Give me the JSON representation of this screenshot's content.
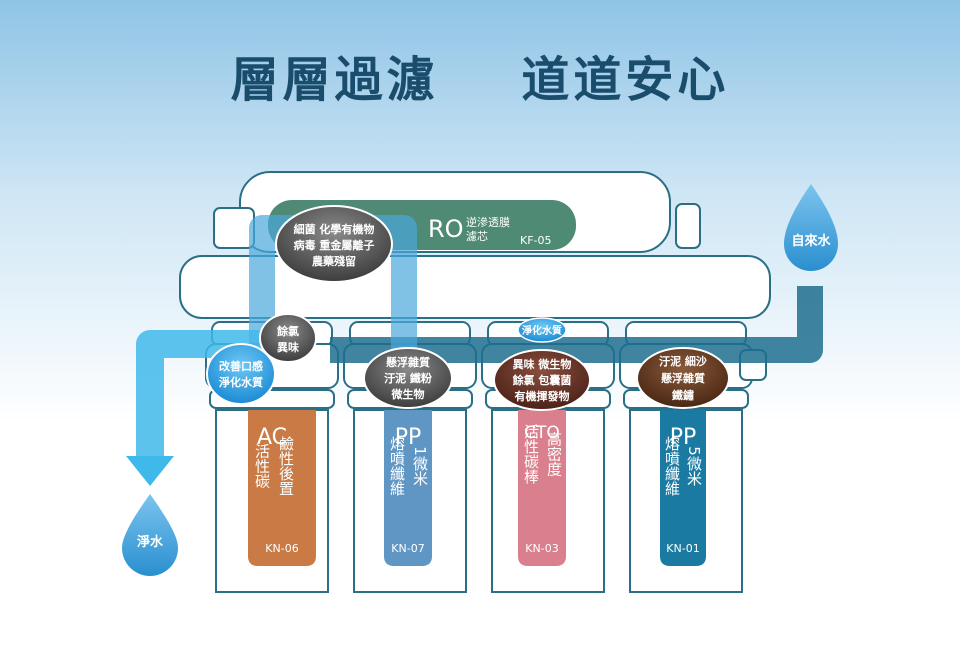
{
  "title": "層層過濾    道道安心",
  "drops": {
    "input": "自來水",
    "output": "淨水"
  },
  "ro": {
    "code": "RO",
    "name_1": "逆滲透膜",
    "name_2": "濾芯",
    "model": "KF-05",
    "bubble": [
      "細菌  化學有機物",
      "病毒  重金屬離子",
      "農藥殘留"
    ]
  },
  "bubbles": {
    "ac_upper": [
      "餘氯",
      "異味"
    ],
    "ac_lower": [
      "改善口感",
      "淨化水質"
    ],
    "pp7": [
      "懸浮雜質",
      "汙泥  鐵粉",
      "微生物"
    ],
    "cto": [
      "異味  微生物",
      "餘氯  包囊菌",
      "有機揮發物"
    ],
    "pp1": [
      "汙泥    細沙",
      "懸浮雜質",
      "鐵鏽"
    ],
    "pipe_label": "淨化水質"
  },
  "filters": [
    {
      "code": "AC",
      "col1": "活性碳",
      "col2": "鹼性後置",
      "model": "KN-06",
      "color": "#c97a45"
    },
    {
      "code": "PP",
      "col1": "熔噴纖維",
      "col2": "1微米",
      "model": "KN-07",
      "color": "#5f96c4"
    },
    {
      "code": "CTO",
      "col1": "活性碳棒",
      "col2": "高密度",
      "model": "KN-03",
      "color": "#d97f8d"
    },
    {
      "code": "PP",
      "col1": "熔噴纖維",
      "col2": "5微米",
      "model": "KN-01",
      "color": "#1a7aa2"
    }
  ]
}
